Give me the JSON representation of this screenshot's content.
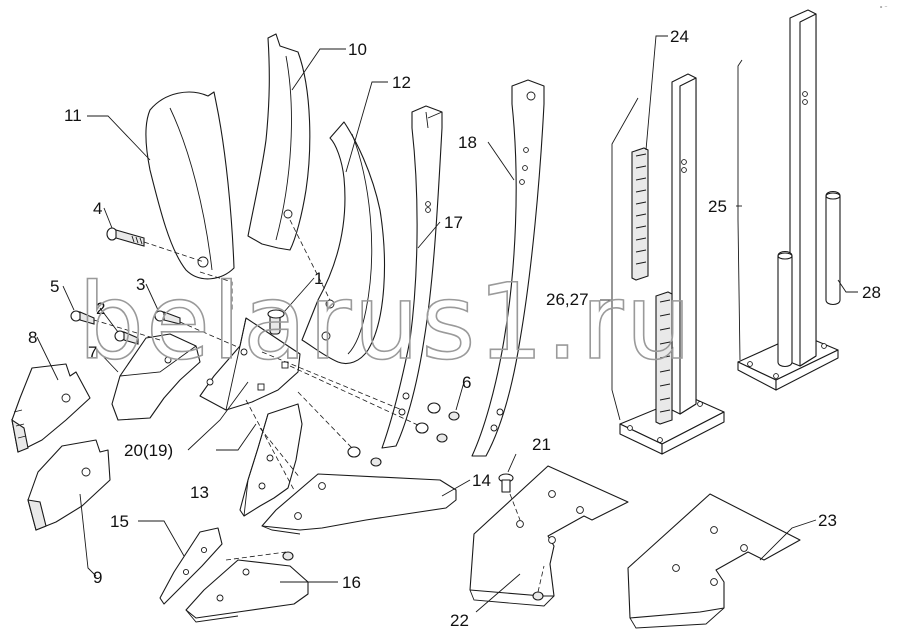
{
  "watermark": "belarus1.ru",
  "corner_mark": "ᵒ ⁻",
  "labels": {
    "l1": "1",
    "l2": "2",
    "l3": "3",
    "l4": "4",
    "l5": "5",
    "l6": "6",
    "l7": "7",
    "l8": "8",
    "l9": "9",
    "l10": "10",
    "l11": "11",
    "l12": "12",
    "l13": "13",
    "l14": "14",
    "l15": "15",
    "l16": "16",
    "l17": "17",
    "l18": "18",
    "l20_19": "20(19)",
    "l21": "21",
    "l22": "22",
    "l23": "23",
    "l24": "24",
    "l25": "25",
    "l26_27": "26,27",
    "l28": "28"
  }
}
